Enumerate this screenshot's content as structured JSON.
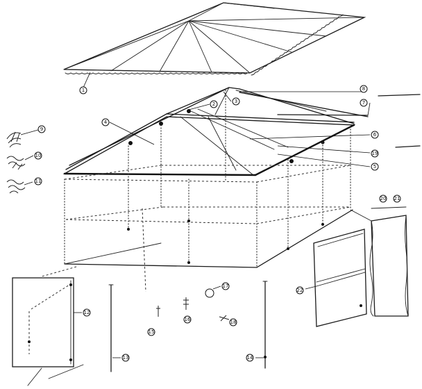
{
  "callouts": [
    {
      "id": "c1",
      "label": "1"
    },
    {
      "id": "c2",
      "label": "2"
    },
    {
      "id": "c3",
      "label": "3"
    },
    {
      "id": "c4",
      "label": "4"
    },
    {
      "id": "c5",
      "label": "5"
    },
    {
      "id": "c6",
      "label": "6"
    },
    {
      "id": "c7",
      "label": "7"
    },
    {
      "id": "c8",
      "label": "8"
    },
    {
      "id": "c9",
      "label": "9"
    },
    {
      "id": "c10",
      "label": "10"
    },
    {
      "id": "c11",
      "label": "11"
    },
    {
      "id": "c12",
      "label": "12"
    },
    {
      "id": "c13",
      "label": "13"
    },
    {
      "id": "c14",
      "label": "14"
    },
    {
      "id": "c15",
      "label": "15"
    },
    {
      "id": "c16",
      "label": "16"
    },
    {
      "id": "c17",
      "label": "17"
    },
    {
      "id": "c18",
      "label": "18"
    },
    {
      "id": "c19",
      "label": "19"
    },
    {
      "id": "c20",
      "label": "20"
    },
    {
      "id": "c21",
      "label": "21"
    },
    {
      "id": "c22",
      "label": "22"
    }
  ]
}
